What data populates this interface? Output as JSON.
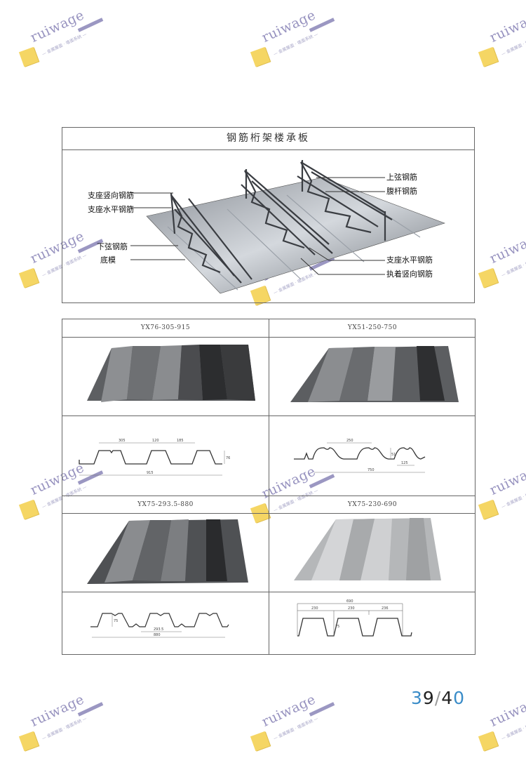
{
  "truss_section": {
    "title": "钢筋桁架楼承板",
    "labels_left": [
      "支座竖向钢筋",
      "支座水平钢筋",
      "下弦钢筋",
      "底模"
    ],
    "labels_right": [
      "上弦钢筋",
      "腹杆钢筋",
      "支座水平钢筋",
      "执着竖向钢筋"
    ]
  },
  "panels": [
    {
      "model": "YX76-305-915",
      "dims": [
        "305",
        "120",
        "185",
        "76",
        "915"
      ]
    },
    {
      "model": "YX51-250-750",
      "dims": [
        "250",
        "51",
        "125",
        "750"
      ]
    },
    {
      "model": "YX75-293.5-880",
      "dims": [
        "75",
        "293.5",
        "880"
      ]
    },
    {
      "model": "YX75-230-690",
      "dims": [
        "690",
        "230",
        "230",
        "236",
        "75"
      ]
    }
  ],
  "watermark": {
    "brand": "ruiwage",
    "tagline": "— 金属屋面 · 墙面系统 —"
  },
  "pagination": {
    "current_a": "3",
    "current_b": "9",
    "sep": "/",
    "total_a": "4",
    "total_b": "0"
  },
  "colors": {
    "accent": "#3a8cc8",
    "watermark": "#8580b5"
  }
}
